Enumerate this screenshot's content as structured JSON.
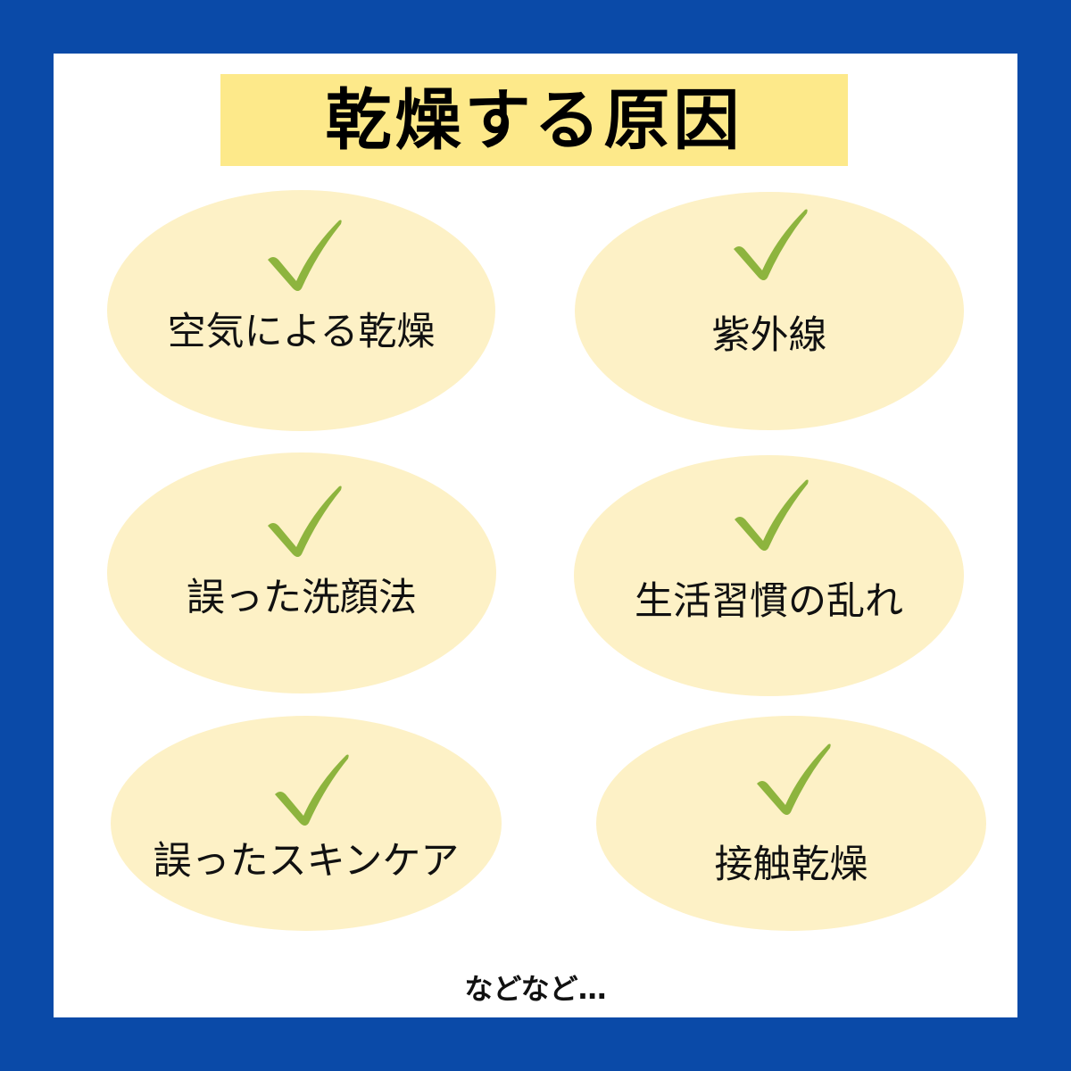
{
  "colors": {
    "border": "#0a4aa8",
    "panel": "#ffffff",
    "title_bg": "#fde98a",
    "bubble_bg": "#fdf1c6",
    "check": "#8db43e",
    "text": "#111111"
  },
  "title": "乾燥する原因",
  "causes": [
    {
      "label": "空気による乾燥",
      "icon": "checkmark-icon"
    },
    {
      "label": "紫外線",
      "icon": "checkmark-icon"
    },
    {
      "label": "誤った洗顔法",
      "icon": "checkmark-icon"
    },
    {
      "label": "生活習慣の乱れ",
      "icon": "checkmark-icon"
    },
    {
      "label": "誤ったスキンケア",
      "icon": "checkmark-icon"
    },
    {
      "label": "接触乾燥",
      "icon": "checkmark-icon"
    }
  ],
  "footer": "などなど…"
}
